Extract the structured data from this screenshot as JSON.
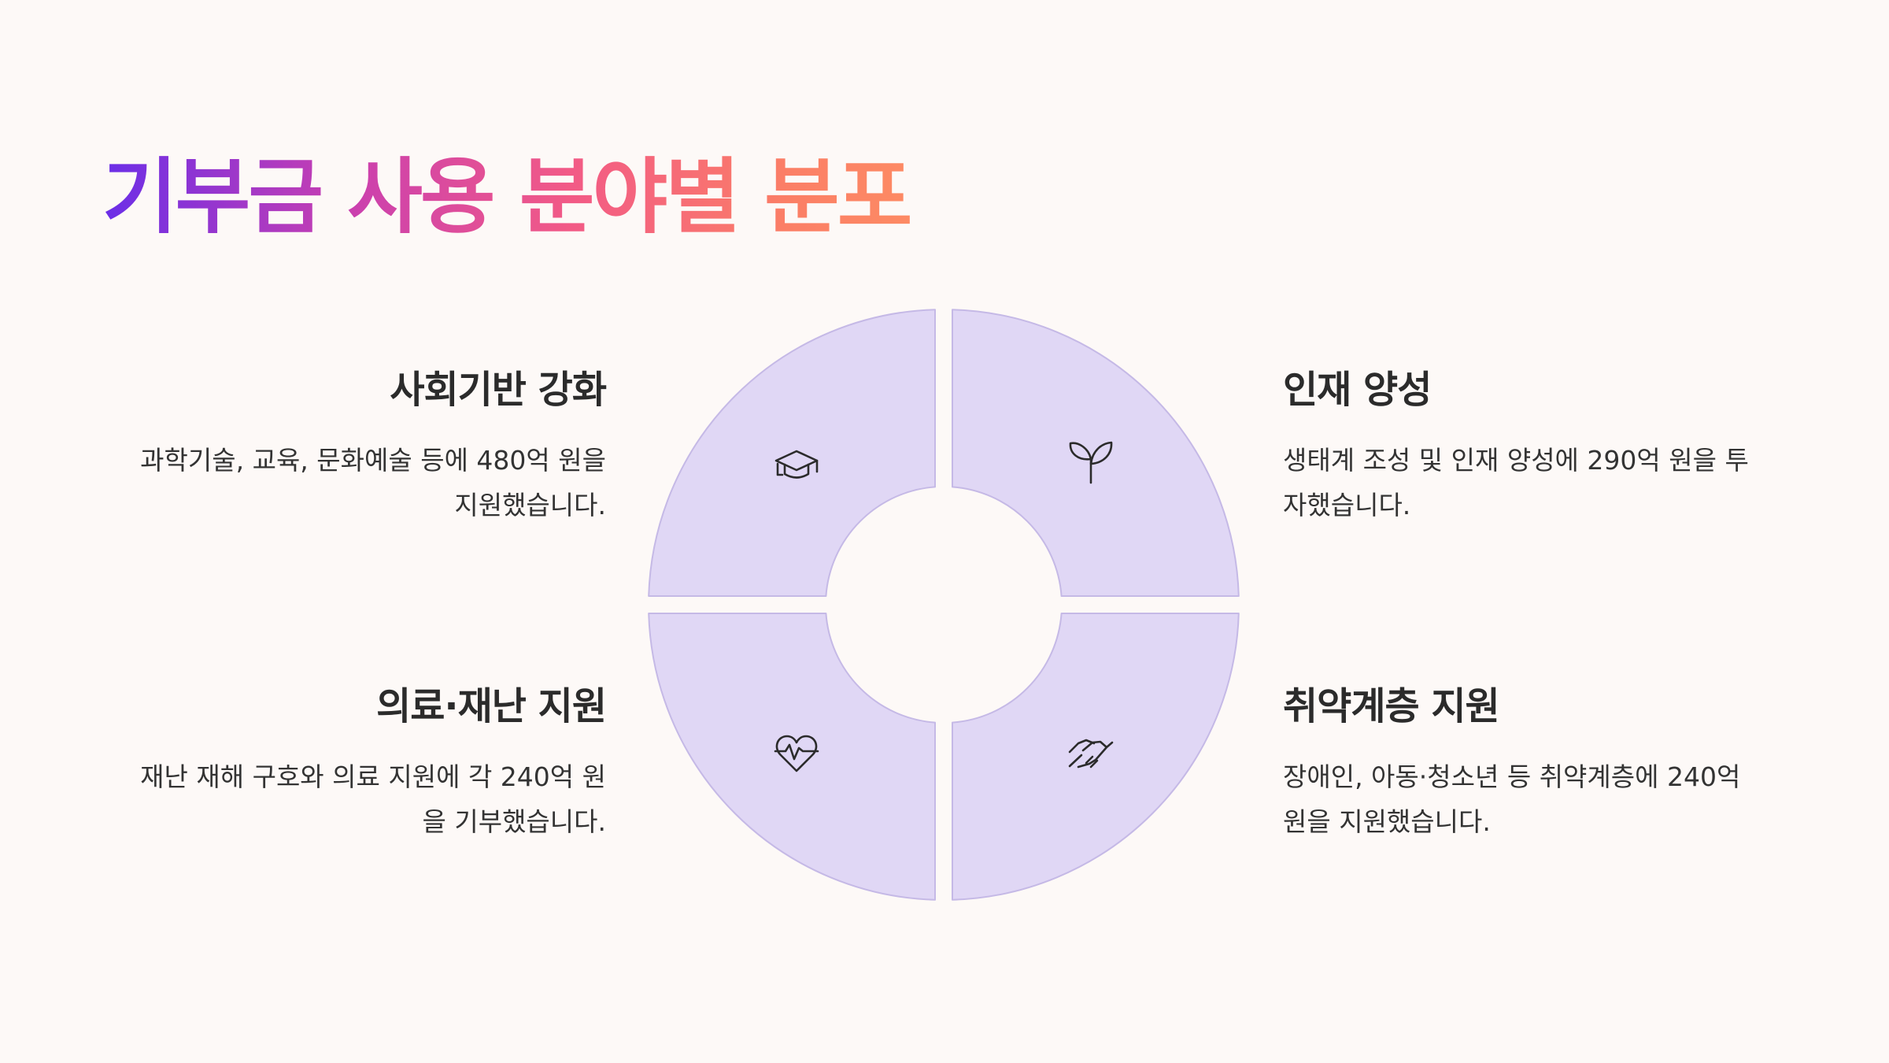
{
  "title": "기부금 사용 분야별 분포",
  "colors": {
    "segment_fill": "#e0d7f5",
    "segment_stroke": "#c5b9e6",
    "icon_stroke": "#2b2b2b",
    "background": "#fdf9f7",
    "title_gradient": [
      "#6a2ee8",
      "#c93fb0",
      "#f25a86",
      "#fd8a64"
    ]
  },
  "segments": [
    {
      "heading": "사회기반 강화",
      "description": "과학기술, 교육, 문화예술 등에 480억 원을 지원했습니다.",
      "icon": "graduation-cap-icon"
    },
    {
      "heading": "인재 양성",
      "description": "생태계 조성 및 인재 양성에 290억 원을 투자했습니다.",
      "icon": "sprout-icon"
    },
    {
      "heading": "의료·재난 지원",
      "description": "재난 재해 구호와 의료 지원에 각 240억 원을 기부했습니다.",
      "icon": "heart-pulse-icon"
    },
    {
      "heading": "취약계층 지원",
      "description": "장애인, 아동·청소년 등 취약계층에 240억 원을 지원했습니다.",
      "icon": "handshake-icon"
    }
  ]
}
